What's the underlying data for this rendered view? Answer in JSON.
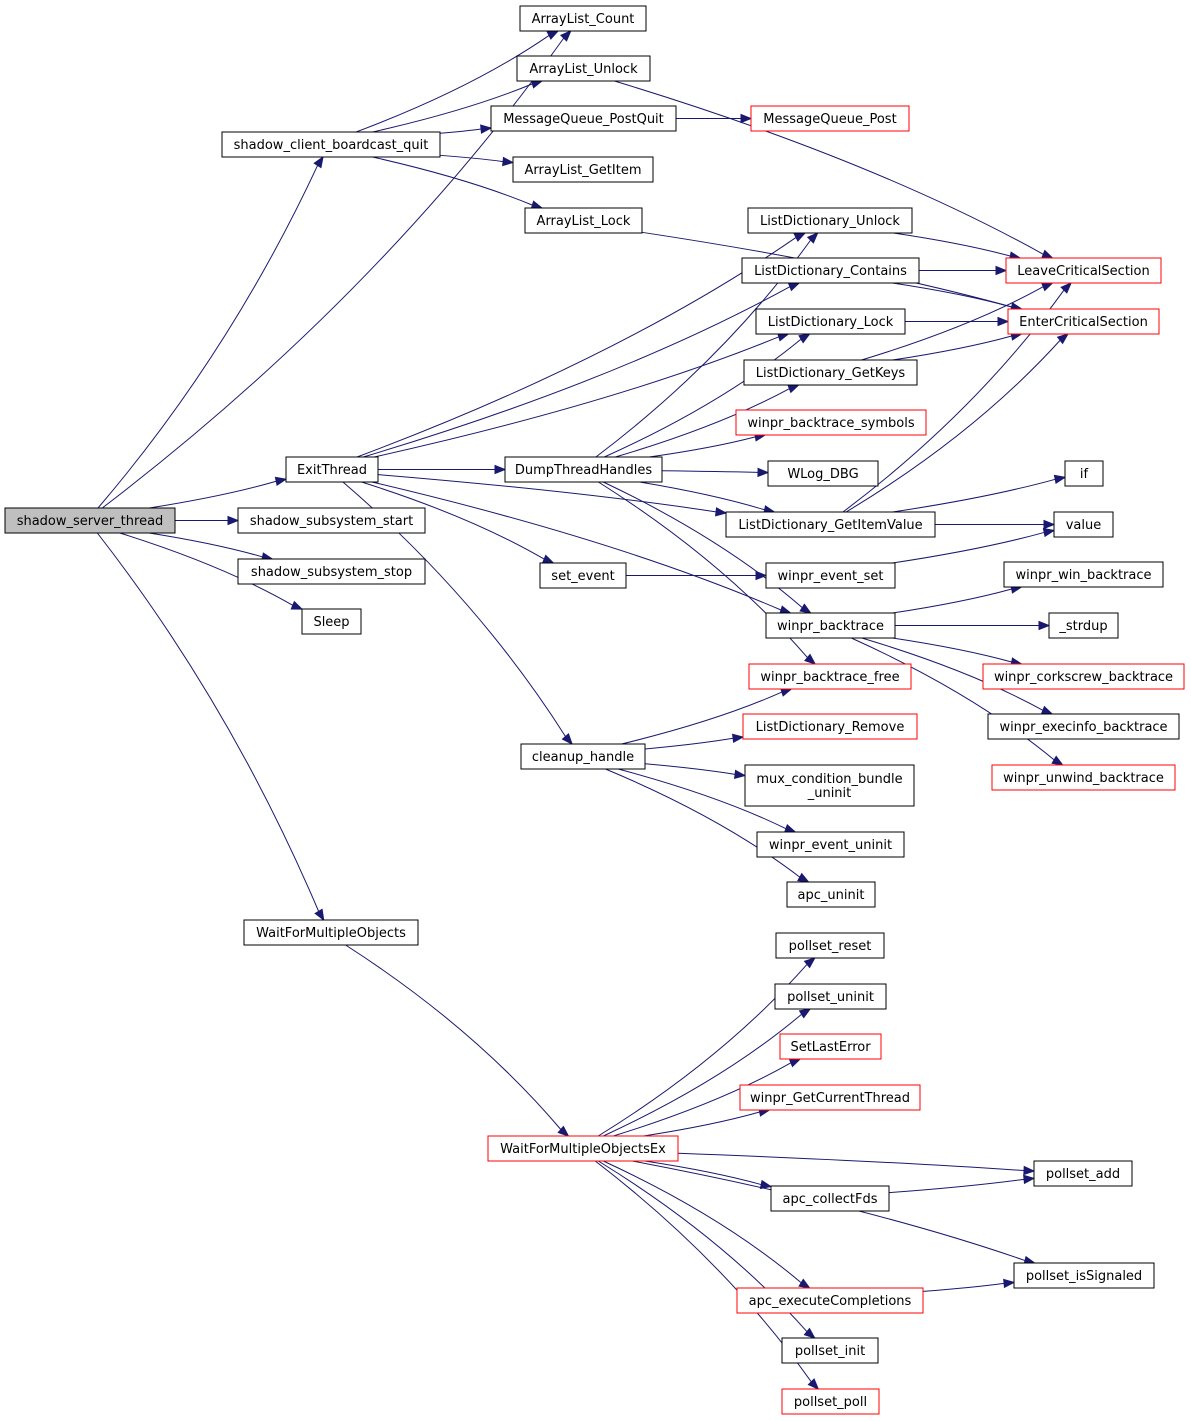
{
  "colors": {
    "edge": "#191970",
    "node_border": "#000000",
    "node_border_undocumented": "#ff0000",
    "root_fill": "#bfbfbf",
    "node_fill": "#ffffff"
  },
  "graph": {
    "nodes": [
      {
        "id": "shadow_server_thread",
        "label": "shadow_server_thread",
        "root": true
      },
      {
        "id": "shadow_client_boardcast_quit",
        "label": "shadow_client_boardcast_quit"
      },
      {
        "id": "ArrayList_Count",
        "label": "ArrayList_Count"
      },
      {
        "id": "ArrayList_Unlock",
        "label": "ArrayList_Unlock"
      },
      {
        "id": "MessageQueue_PostQuit",
        "label": "MessageQueue_PostQuit"
      },
      {
        "id": "MessageQueue_Post",
        "label": "MessageQueue_Post",
        "red": true
      },
      {
        "id": "ArrayList_GetItem",
        "label": "ArrayList_GetItem"
      },
      {
        "id": "ArrayList_Lock",
        "label": "ArrayList_Lock"
      },
      {
        "id": "ListDictionary_Unlock",
        "label": "ListDictionary_Unlock"
      },
      {
        "id": "ListDictionary_Contains",
        "label": "ListDictionary_Contains"
      },
      {
        "id": "ListDictionary_Lock",
        "label": "ListDictionary_Lock"
      },
      {
        "id": "ListDictionary_GetKeys",
        "label": "ListDictionary_GetKeys"
      },
      {
        "id": "winpr_backtrace_symbols",
        "label": "winpr_backtrace_symbols",
        "red": true
      },
      {
        "id": "LeaveCriticalSection",
        "label": "LeaveCriticalSection",
        "red": true
      },
      {
        "id": "EnterCriticalSection",
        "label": "EnterCriticalSection",
        "red": true
      },
      {
        "id": "ExitThread",
        "label": "ExitThread"
      },
      {
        "id": "DumpThreadHandles",
        "label": "DumpThreadHandles"
      },
      {
        "id": "WLog_DBG",
        "label": "WLog_DBG"
      },
      {
        "id": "if",
        "label": "if"
      },
      {
        "id": "ListDictionary_GetItemValue",
        "label": "ListDictionary_GetItemValue"
      },
      {
        "id": "value",
        "label": "value"
      },
      {
        "id": "shadow_subsystem_start",
        "label": "shadow_subsystem_start"
      },
      {
        "id": "shadow_subsystem_stop",
        "label": "shadow_subsystem_stop"
      },
      {
        "id": "set_event",
        "label": "set_event"
      },
      {
        "id": "winpr_event_set",
        "label": "winpr_event_set"
      },
      {
        "id": "winpr_win_backtrace",
        "label": "winpr_win_backtrace"
      },
      {
        "id": "Sleep",
        "label": "Sleep"
      },
      {
        "id": "winpr_backtrace",
        "label": "winpr_backtrace"
      },
      {
        "id": "_strdup",
        "label": "_strdup"
      },
      {
        "id": "winpr_backtrace_free",
        "label": "winpr_backtrace_free",
        "red": true
      },
      {
        "id": "winpr_corkscrew_backtrace",
        "label": "winpr_corkscrew_backtrace",
        "red": true
      },
      {
        "id": "ListDictionary_Remove",
        "label": "ListDictionary_Remove",
        "red": true
      },
      {
        "id": "winpr_execinfo_backtrace",
        "label": "winpr_execinfo_backtrace"
      },
      {
        "id": "cleanup_handle",
        "label": "cleanup_handle"
      },
      {
        "id": "mux_condition_bundle_uninit",
        "label": "mux_condition_bundle\n_uninit"
      },
      {
        "id": "winpr_unwind_backtrace",
        "label": "winpr_unwind_backtrace",
        "red": true
      },
      {
        "id": "winpr_event_uninit",
        "label": "winpr_event_uninit"
      },
      {
        "id": "apc_uninit",
        "label": "apc_uninit"
      },
      {
        "id": "WaitForMultipleObjects",
        "label": "WaitForMultipleObjects"
      },
      {
        "id": "pollset_reset",
        "label": "pollset_reset"
      },
      {
        "id": "pollset_uninit",
        "label": "pollset_uninit"
      },
      {
        "id": "SetLastError",
        "label": "SetLastError",
        "red": true
      },
      {
        "id": "winpr_GetCurrentThread",
        "label": "winpr_GetCurrentThread",
        "red": true
      },
      {
        "id": "WaitForMultipleObjectsEx",
        "label": "WaitForMultipleObjectsEx",
        "red": true
      },
      {
        "id": "pollset_add",
        "label": "pollset_add"
      },
      {
        "id": "apc_collectFds",
        "label": "apc_collectFds"
      },
      {
        "id": "pollset_isSignaled",
        "label": "pollset_isSignaled"
      },
      {
        "id": "apc_executeCompletions",
        "label": "apc_executeCompletions",
        "red": true
      },
      {
        "id": "pollset_init",
        "label": "pollset_init"
      },
      {
        "id": "pollset_poll",
        "label": "pollset_poll",
        "red": true
      }
    ],
    "edges": [
      [
        "shadow_server_thread",
        "shadow_client_boardcast_quit"
      ],
      [
        "shadow_server_thread",
        "ArrayList_Count"
      ],
      [
        "shadow_server_thread",
        "ExitThread"
      ],
      [
        "shadow_server_thread",
        "shadow_subsystem_start"
      ],
      [
        "shadow_server_thread",
        "shadow_subsystem_stop"
      ],
      [
        "shadow_server_thread",
        "Sleep"
      ],
      [
        "shadow_server_thread",
        "WaitForMultipleObjects"
      ],
      [
        "shadow_client_boardcast_quit",
        "ArrayList_Count"
      ],
      [
        "shadow_client_boardcast_quit",
        "ArrayList_Unlock"
      ],
      [
        "shadow_client_boardcast_quit",
        "MessageQueue_PostQuit"
      ],
      [
        "shadow_client_boardcast_quit",
        "ArrayList_GetItem"
      ],
      [
        "shadow_client_boardcast_quit",
        "ArrayList_Lock"
      ],
      [
        "ArrayList_Unlock",
        "LeaveCriticalSection"
      ],
      [
        "MessageQueue_PostQuit",
        "MessageQueue_Post"
      ],
      [
        "ArrayList_Lock",
        "EnterCriticalSection"
      ],
      [
        "ListDictionary_Unlock",
        "LeaveCriticalSection"
      ],
      [
        "ListDictionary_Contains",
        "LeaveCriticalSection"
      ],
      [
        "ListDictionary_Contains",
        "EnterCriticalSection"
      ],
      [
        "ListDictionary_Lock",
        "EnterCriticalSection"
      ],
      [
        "ListDictionary_GetKeys",
        "LeaveCriticalSection"
      ],
      [
        "ListDictionary_GetKeys",
        "EnterCriticalSection"
      ],
      [
        "ExitThread",
        "ListDictionary_Unlock"
      ],
      [
        "ExitThread",
        "ListDictionary_Contains"
      ],
      [
        "ExitThread",
        "ListDictionary_Lock"
      ],
      [
        "ExitThread",
        "DumpThreadHandles"
      ],
      [
        "ExitThread",
        "ListDictionary_GetItemValue"
      ],
      [
        "ExitThread",
        "set_event"
      ],
      [
        "ExitThread",
        "winpr_backtrace"
      ],
      [
        "ExitThread",
        "cleanup_handle"
      ],
      [
        "DumpThreadHandles",
        "ListDictionary_Unlock"
      ],
      [
        "DumpThreadHandles",
        "ListDictionary_Lock"
      ],
      [
        "DumpThreadHandles",
        "ListDictionary_GetKeys"
      ],
      [
        "DumpThreadHandles",
        "winpr_backtrace_symbols"
      ],
      [
        "DumpThreadHandles",
        "WLog_DBG"
      ],
      [
        "DumpThreadHandles",
        "ListDictionary_GetItemValue"
      ],
      [
        "DumpThreadHandles",
        "winpr_backtrace"
      ],
      [
        "DumpThreadHandles",
        "winpr_backtrace_free"
      ],
      [
        "ListDictionary_GetItemValue",
        "LeaveCriticalSection"
      ],
      [
        "ListDictionary_GetItemValue",
        "EnterCriticalSection"
      ],
      [
        "ListDictionary_GetItemValue",
        "if"
      ],
      [
        "ListDictionary_GetItemValue",
        "value"
      ],
      [
        "set_event",
        "winpr_event_set"
      ],
      [
        "winpr_event_set",
        "value"
      ],
      [
        "winpr_backtrace",
        "winpr_win_backtrace"
      ],
      [
        "winpr_backtrace",
        "_strdup"
      ],
      [
        "winpr_backtrace",
        "winpr_corkscrew_backtrace"
      ],
      [
        "winpr_backtrace",
        "winpr_execinfo_backtrace"
      ],
      [
        "winpr_backtrace",
        "winpr_unwind_backtrace"
      ],
      [
        "cleanup_handle",
        "winpr_backtrace_free"
      ],
      [
        "cleanup_handle",
        "ListDictionary_Remove"
      ],
      [
        "cleanup_handle",
        "mux_condition_bundle_uninit"
      ],
      [
        "cleanup_handle",
        "winpr_event_uninit"
      ],
      [
        "cleanup_handle",
        "apc_uninit"
      ],
      [
        "WaitForMultipleObjects",
        "WaitForMultipleObjectsEx"
      ],
      [
        "WaitForMultipleObjectsEx",
        "pollset_reset"
      ],
      [
        "WaitForMultipleObjectsEx",
        "pollset_uninit"
      ],
      [
        "WaitForMultipleObjectsEx",
        "SetLastError"
      ],
      [
        "WaitForMultipleObjectsEx",
        "winpr_GetCurrentThread"
      ],
      [
        "WaitForMultipleObjectsEx",
        "pollset_add"
      ],
      [
        "WaitForMultipleObjectsEx",
        "apc_collectFds"
      ],
      [
        "WaitForMultipleObjectsEx",
        "pollset_isSignaled"
      ],
      [
        "WaitForMultipleObjectsEx",
        "apc_executeCompletions"
      ],
      [
        "WaitForMultipleObjectsEx",
        "pollset_init"
      ],
      [
        "WaitForMultipleObjectsEx",
        "pollset_poll"
      ],
      [
        "apc_collectFds",
        "pollset_add"
      ],
      [
        "apc_executeCompletions",
        "pollset_isSignaled"
      ]
    ]
  }
}
